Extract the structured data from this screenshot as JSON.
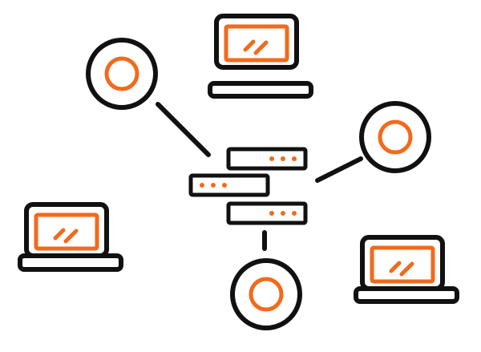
{
  "colors": {
    "outline": "#111111",
    "accent": "#f26a1b",
    "background": "#ffffff"
  },
  "diagram": {
    "type": "network-topology",
    "center": {
      "icon": "server-stack-icon",
      "units": 3,
      "indicator_dots_per_unit": 3
    },
    "nodes": [
      {
        "id": "laptop-top",
        "icon": "laptop-icon"
      },
      {
        "id": "laptop-left",
        "icon": "laptop-icon"
      },
      {
        "id": "laptop-right",
        "icon": "laptop-icon"
      },
      {
        "id": "endpoint-top-left",
        "icon": "circle-node-icon",
        "connected_to_server": true
      },
      {
        "id": "endpoint-right",
        "icon": "circle-node-icon",
        "connected_to_server": true
      },
      {
        "id": "endpoint-bottom",
        "icon": "circle-node-icon",
        "connected_to_server": true
      }
    ]
  }
}
